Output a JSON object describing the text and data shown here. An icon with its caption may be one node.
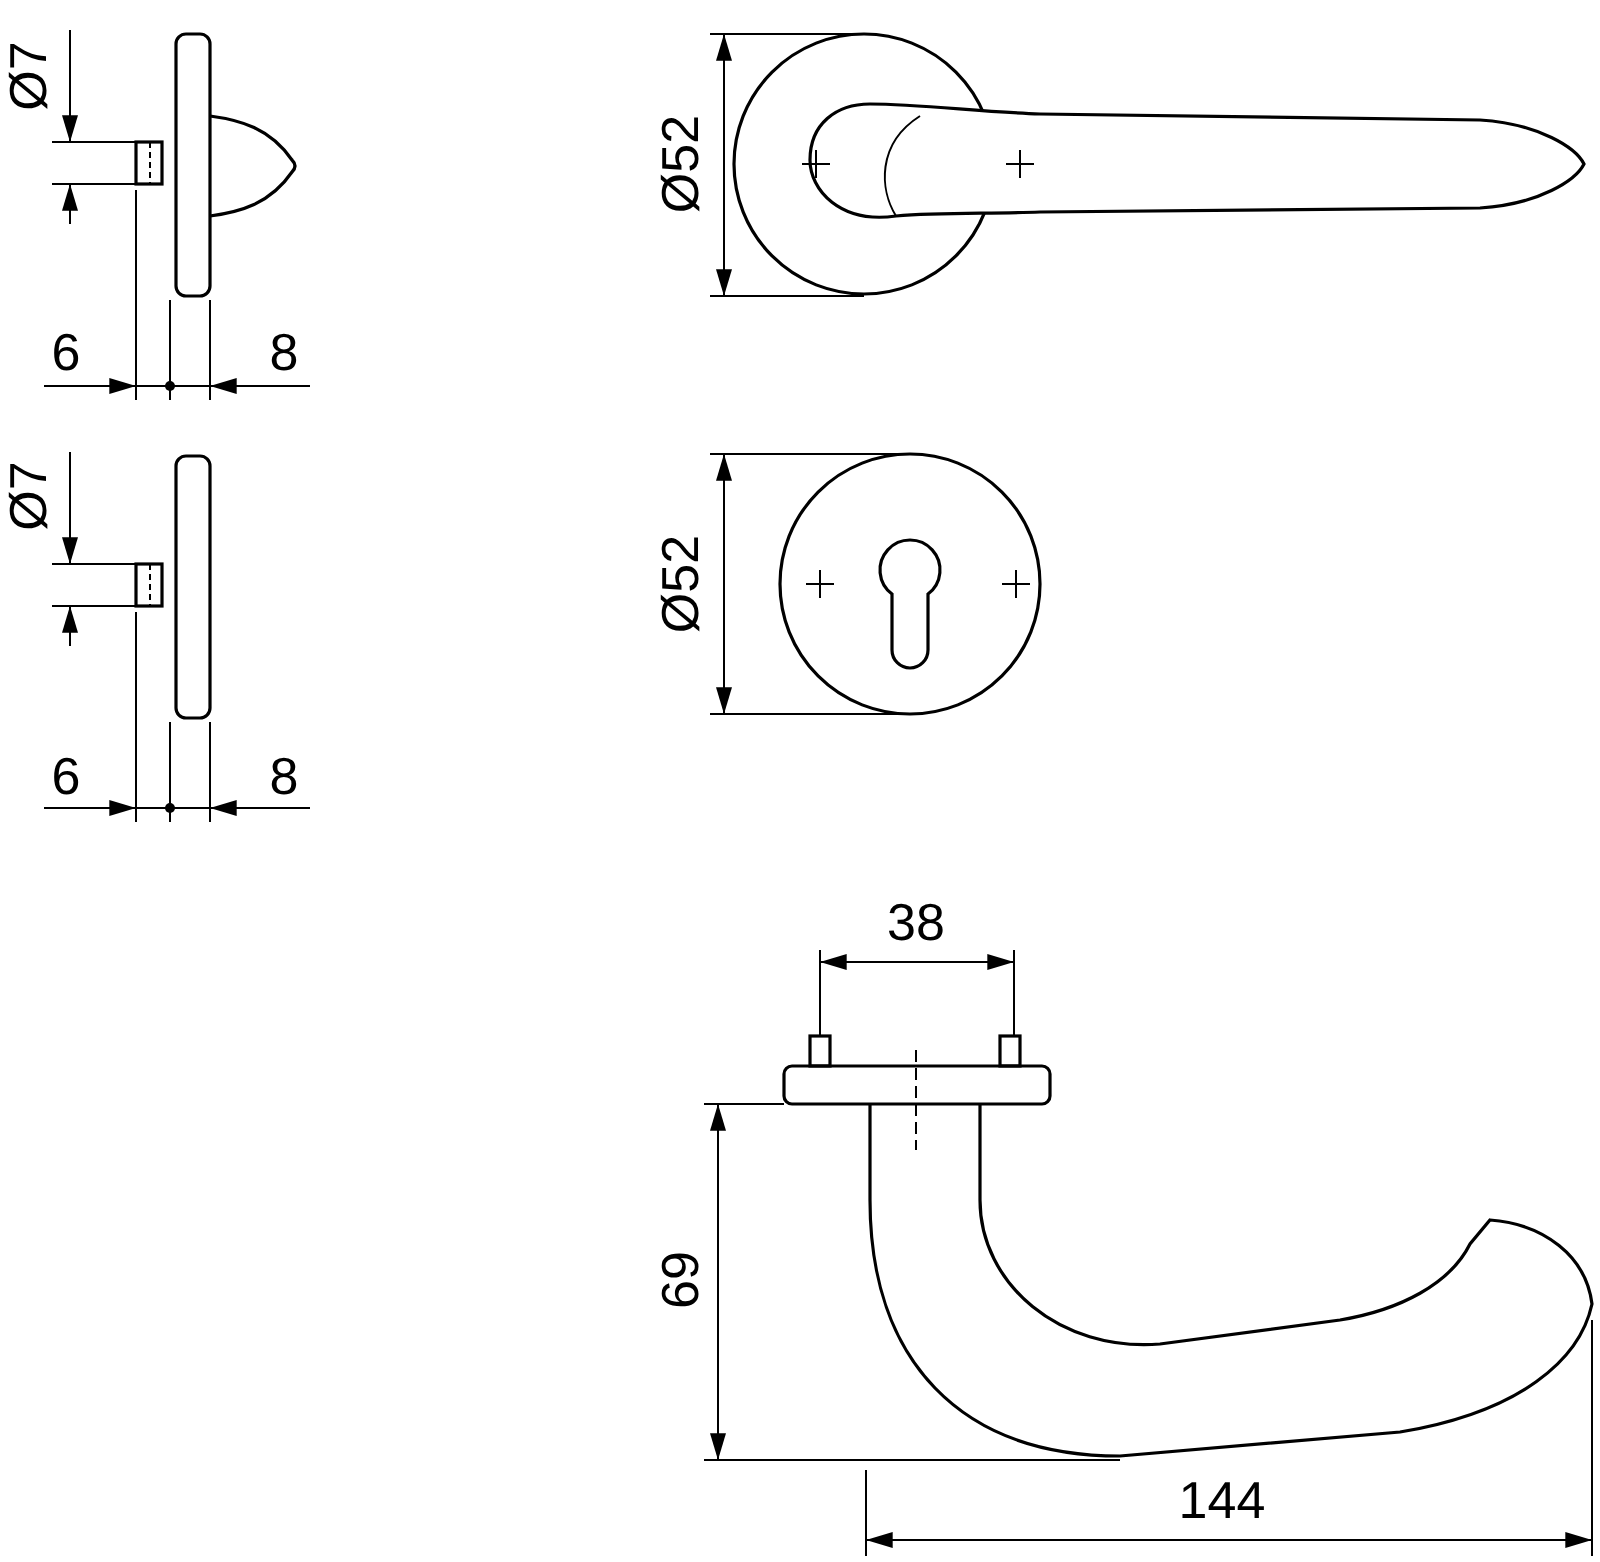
{
  "diagram": {
    "labels": [
      "Ø7",
      "Ø52",
      "6",
      "8",
      "Ø7",
      "Ø52",
      "6",
      "8",
      "38",
      "69",
      "144"
    ]
  }
}
